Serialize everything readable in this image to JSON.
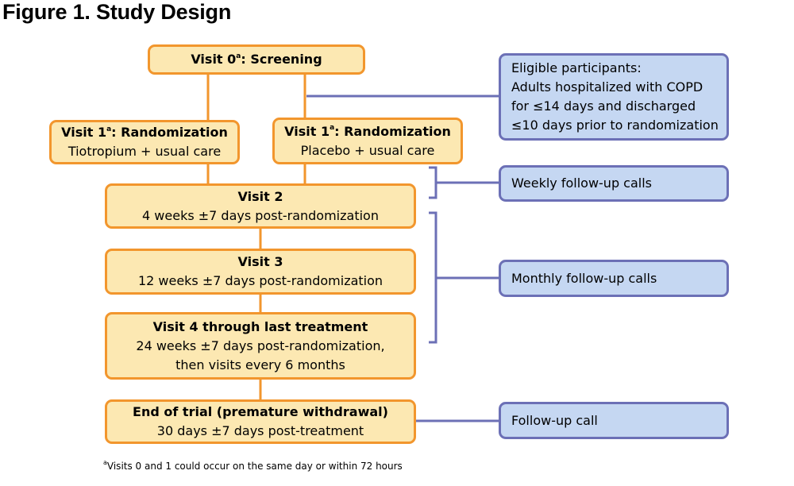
{
  "title": "Figure 1. Study Design",
  "colors": {
    "orange_fill": "#fce8b2",
    "orange_border": "#f2962d",
    "blue_fill": "#c5d7f2",
    "blue_border": "#6c70b6"
  },
  "boxes": {
    "screening": {
      "title_pre": "Visit 0",
      "sup": "a",
      "title_post": ": Screening"
    },
    "rand_tio": {
      "title_pre": "Visit 1",
      "sup": "a",
      "title_post": ": Randomization",
      "sub": "Tiotropium + usual care"
    },
    "rand_placebo": {
      "title_pre": "Visit 1",
      "sup": "a",
      "title_post": ": Randomization",
      "sub": "Placebo + usual care"
    },
    "visit2": {
      "title": "Visit 2",
      "sub": "4 weeks ±7 days post-randomization"
    },
    "visit3": {
      "title": "Visit 3",
      "sub": "12 weeks ±7 days post-randomization"
    },
    "visit4": {
      "title": "Visit 4 through last treatment",
      "sub1": "24 weeks ±7 days post-randomization,",
      "sub2": "then visits every 6 months"
    },
    "end": {
      "title": "End of trial (premature withdrawal)",
      "sub": "30 days ±7 days post-treatment"
    }
  },
  "side_boxes": {
    "eligible": {
      "lines": [
        "Eligible participants:",
        "Adults hospitalized with COPD",
        "for ≤14 days and discharged",
        "≤10 days prior to randomization"
      ]
    },
    "weekly": "Weekly follow-up calls",
    "monthly": "Monthly follow-up calls",
    "followup": "Follow-up call"
  },
  "footnote": {
    "sup": "a",
    "text": "Visits 0 and 1 could occur on the same day or within 72 hours"
  }
}
